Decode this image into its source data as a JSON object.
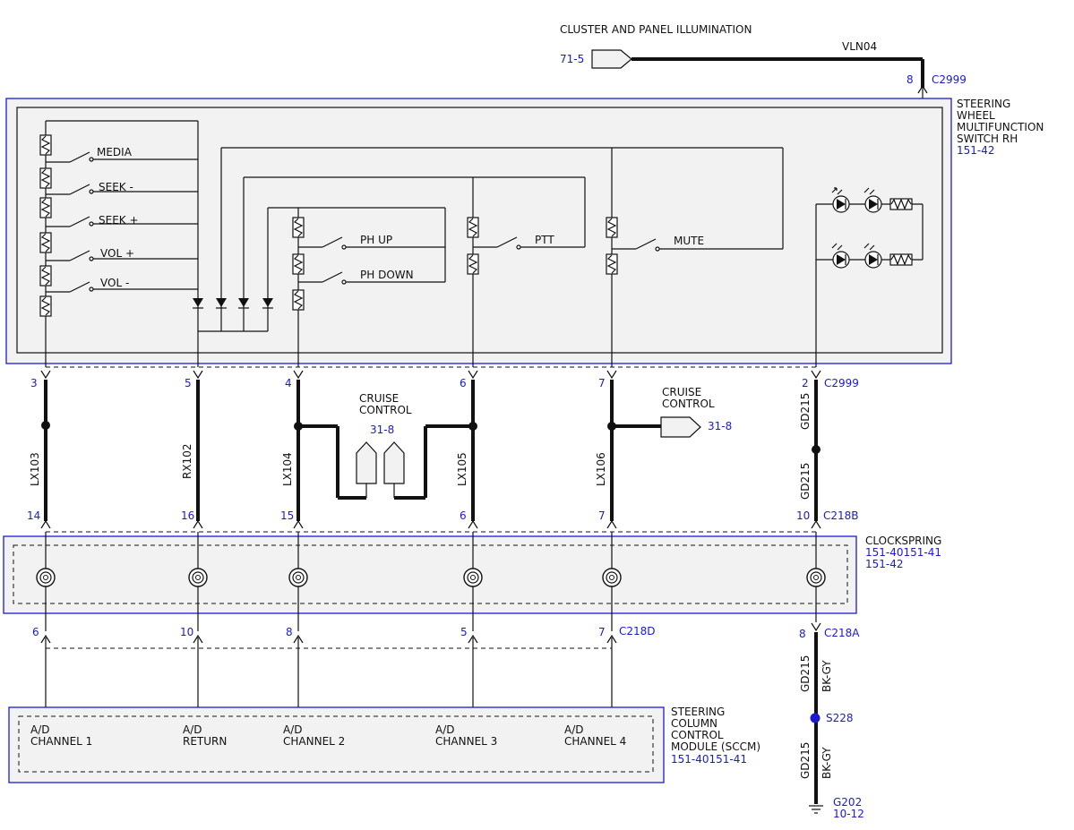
{
  "top": {
    "title": "CLUSTER AND PANEL ILLUMINATION",
    "ref": "71-5",
    "wire": "VLN04",
    "pin": "8",
    "conn": "C2999"
  },
  "switch": {
    "l1": "STEERING",
    "l2": "WHEEL",
    "l3": "MULTIFUNCTION",
    "l4": "SWITCH RH",
    "ref": "151-42",
    "contacts": [
      "MEDIA",
      "SEEK -",
      "SEEK +",
      "VOL +",
      "VOL -",
      "PH UP",
      "PH DOWN",
      "PTT",
      "MUTE"
    ]
  },
  "upper_pins": [
    "3",
    "5",
    "4",
    "6",
    "7",
    "2"
  ],
  "upper_conn": "C2999",
  "wires": [
    "LX103",
    "RX102",
    "LX104",
    "LX105",
    "LX106",
    "GD215",
    "GD215"
  ],
  "cruise": {
    "l1": "CRUISE",
    "l2": "CONTROL",
    "ref": "31-8"
  },
  "lower_pins": [
    "14",
    "16",
    "15",
    "6",
    "7",
    "10"
  ],
  "lower_conn": "C218B",
  "clockspring": {
    "title": "CLOCKSPRING",
    "ref1": "151-40151-41",
    "ref2": "151-42"
  },
  "c218d_pins": [
    "6",
    "10",
    "8",
    "5",
    "7"
  ],
  "c218d_conn": "C218D",
  "c218a_pin": "8",
  "c218a_conn": "C218A",
  "ground": {
    "wire": "GD215",
    "color": "BK-GY",
    "splice": "S228",
    "g": "G202",
    "gref": "10-12"
  },
  "sccm": {
    "l1": "STEERING",
    "l2": "COLUMN",
    "l3": "CONTROL",
    "l4": "MODULE (SCCM)",
    "ref": "151-40151-41",
    "channels": [
      {
        "a": "A/D",
        "b": "CHANNEL 1"
      },
      {
        "a": "A/D",
        "b": "RETURN"
      },
      {
        "a": "A/D",
        "b": "CHANNEL 2"
      },
      {
        "a": "A/D",
        "b": "CHANNEL 3"
      },
      {
        "a": "A/D",
        "b": "CHANNEL 4"
      }
    ]
  },
  "colors": {
    "wire": "#111111",
    "ref": "#1a1ad6",
    "box_fill": "#f2f2f2"
  }
}
